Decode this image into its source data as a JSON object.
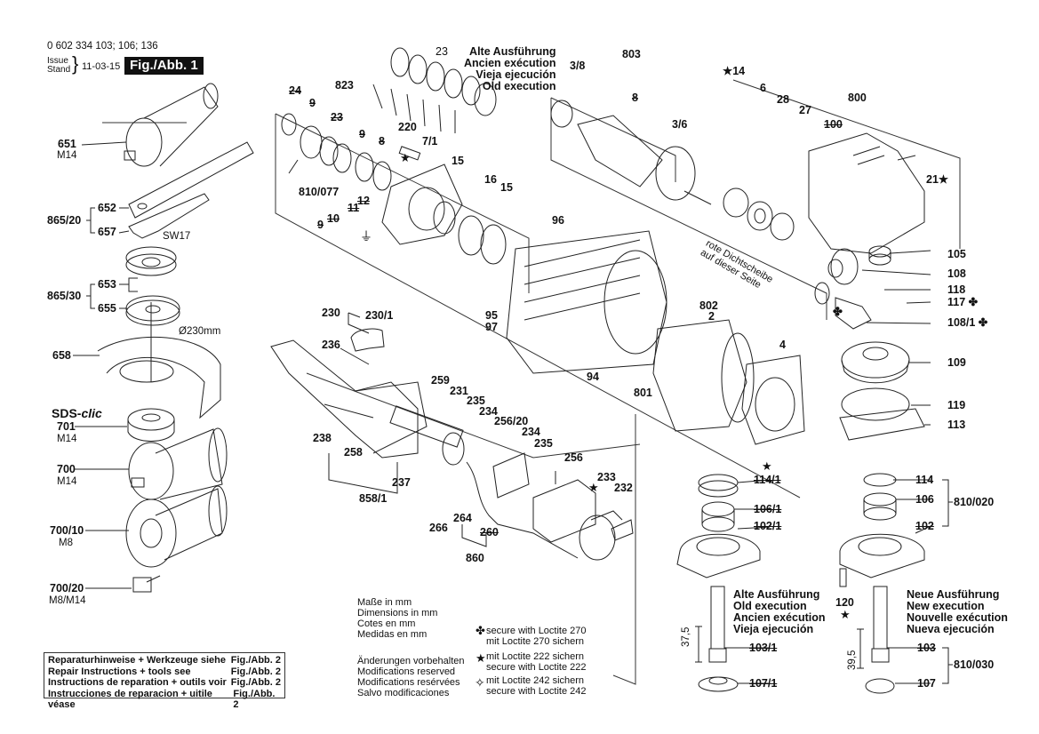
{
  "header": {
    "part_numbers": "0 602 334 103; 106; 136",
    "issue_label": "Issue",
    "stand_label": "Stand",
    "date": "11-03-15",
    "figure": "Fig./Abb. 1"
  },
  "callouts": {
    "c23": "23",
    "c24": "24",
    "c9a": "9",
    "c823": "823",
    "c23b": "23",
    "c9b": "9",
    "c8": "8",
    "c220": "220",
    "c7_1": "7/1",
    "c15a": "15",
    "c16": "16",
    "c15b": "15",
    "c810_077": "810/077",
    "c12": "12",
    "c11": "11",
    "c10": "10",
    "c9c": "9",
    "c803": "803",
    "c3_8": "3/8",
    "c3_6": "3/6",
    "c8b": "8",
    "c14": "14",
    "c6": "6",
    "c28": "28",
    "c27": "27",
    "c800": "800",
    "c100": "100",
    "c21": "21",
    "c105": "105",
    "c108": "108",
    "c118": "118",
    "c117": "117",
    "c108_1": "108/1",
    "c109": "109",
    "c119": "119",
    "c113": "113",
    "c96": "96",
    "c95": "95",
    "c97": "97",
    "c94": "94",
    "c801": "801",
    "c802": "802",
    "c2": "2",
    "c4": "4",
    "c651": "651",
    "c652": "652",
    "c657": "657",
    "c865_20": "865/20",
    "c653": "653",
    "c655": "655",
    "c865_30": "865/30",
    "c658": "658",
    "c701": "701",
    "c700": "700",
    "c700_10": "700/10",
    "c700_20": "700/20",
    "c230": "230",
    "c230_1": "230/1",
    "c236": "236",
    "c238": "238",
    "c258": "258",
    "c237": "237",
    "c858_1": "858/1",
    "c259": "259",
    "c231": "231",
    "c235a": "235",
    "c234a": "234",
    "c256_20": "256/20",
    "c234b": "234",
    "c235b": "235",
    "c256": "256",
    "c233": "233",
    "c232": "232",
    "c266": "266",
    "c264": "264",
    "c260": "260",
    "c860": "860",
    "c114_1": "114/1",
    "c106_1": "106/1",
    "c102_1": "102/1",
    "c103_1": "103/1",
    "c107_1": "107/1",
    "c114": "114",
    "c106": "106",
    "c102": "102",
    "c810_020": "810/020",
    "c120": "120",
    "c103": "103",
    "c107": "107",
    "c810_030": "810/030"
  },
  "thread_specs": {
    "m14a": "M14",
    "m14b": "M14",
    "m14c": "M14",
    "m8": "M8",
    "m8m14": "M8/M14",
    "sw17": "SW17",
    "diameter": "Ø230mm",
    "dim_old": "37,5",
    "dim_new": "39,5"
  },
  "sds_clic": {
    "prefix": "SDS-",
    "suffix": "clic"
  },
  "old_execution": [
    "Alte Ausführung",
    "Ancien exécution",
    "Vieja ejecución",
    "Old execution"
  ],
  "old_execution_bottom": [
    "Alte Ausführung",
    "Old execution",
    "Ancien exécution",
    "Vieja ejecución"
  ],
  "new_execution_bottom": [
    "Neue Ausführung",
    "New execution",
    "Nouvelle exécution",
    "Nueva ejecución"
  ],
  "red_seal_note": [
    "rote Dichtscheibe",
    "auf dieser Seite"
  ],
  "dimensions_note": [
    "Maße in mm",
    "Dimensions in mm",
    "Cotes en mm",
    "Medidas en mm"
  ],
  "modifications_note": [
    "Änderungen vorbehalten",
    "Modifications reserved",
    "Modifications resérvées",
    "Salvo modificaciones"
  ],
  "legend": [
    {
      "icon": "clover-icon",
      "symbol": "✤",
      "lines": [
        "secure with Loctite 270",
        "mit Loctite 270 sichern"
      ]
    },
    {
      "icon": "star-filled-icon",
      "symbol": "★",
      "lines": [
        "mit Loctite 222 sichern",
        "secure with Loctite 222"
      ]
    },
    {
      "icon": "star-outline-icon",
      "symbol": "✧",
      "lines": [
        "mit Loctite 242 sichern",
        "secure with Loctite 242"
      ]
    }
  ],
  "repair_box": [
    {
      "text": "Reparaturhinweise + Werkzeuge siehe",
      "ref": "Fig./Abb. 2"
    },
    {
      "text": "Repair Instructions + tools see",
      "ref": "Fig./Abb. 2"
    },
    {
      "text": "Instructions de reparation + outils voir",
      "ref": "Fig./Abb. 2"
    },
    {
      "text": "Instrucciones de reparacion + uitile véase",
      "ref": "Fig./Abb. 2"
    }
  ],
  "symbols": {
    "star": "★",
    "clover": "✤"
  }
}
